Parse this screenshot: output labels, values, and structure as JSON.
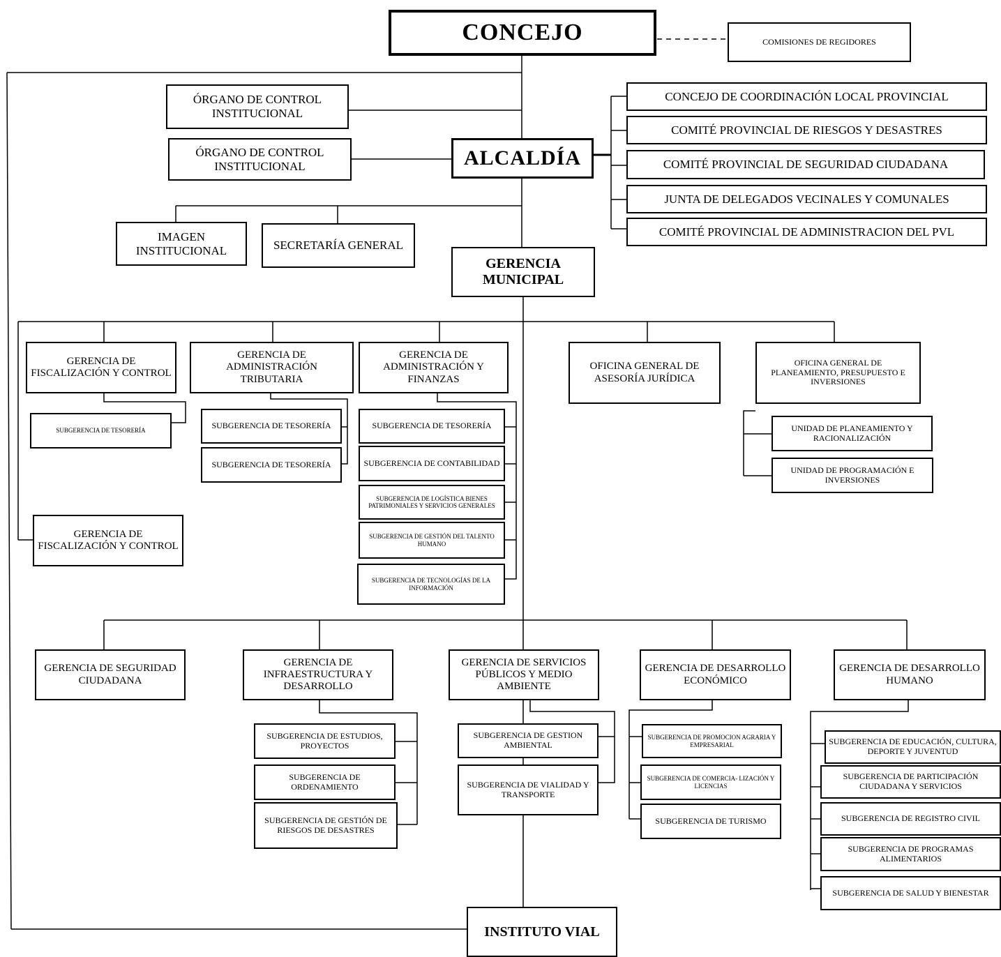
{
  "chart": {
    "concejo": "CONCEJO",
    "comisiones": "COMISIONES DE REGIDORES",
    "organo_control_1": "ÓRGANO DE CONTROL INSTITUCIONAL",
    "organo_control_2": "ÓRGANO DE CONTROL INSTITUCIONAL",
    "alcaldia": "ALCALDÍA",
    "consejos": [
      "CONCEJO DE COORDINACIÓN LOCAL PROVINCIAL",
      "COMITÉ PROVINCIAL DE RIESGOS Y DESASTRES",
      "COMITÉ PROVINCIAL DE SEGURIDAD CIUDADANA",
      "JUNTA DE DELEGADOS VECINALES Y COMUNALES",
      "COMITÉ PROVINCIAL DE ADMINISTRACION DEL PVL"
    ],
    "imagen": "IMAGEN INSTITUCIONAL",
    "secretaria": "SECRETARÍA GENERAL",
    "gerencia_municipal": "GERENCIA MUNICIPAL",
    "g_fiscalizacion": "GERENCIA DE FISCALIZACIÓN Y CONTROL",
    "sub_fisc": "SUBGERENCIA DE TESORERÍA",
    "g_admin_trib": "GERENCIA DE ADMINISTRACIÓN TRIBUTARIA",
    "sub_trib": [
      "SUBGERENCIA DE TESORERÍA",
      "SUBGERENCIA DE TESORERÍA"
    ],
    "g_admin_fin": "GERENCIA DE ADMINISTRACIÓN Y FINANZAS",
    "sub_fin": [
      "SUBGERENCIA DE TESORERÍA",
      "SUBGERENCIA DE CONTABILIDAD",
      "SUBGERENCIA DE LOGÍSTICA BIENES PATRIMONIALES Y SERVICIOS GENERALES",
      "SUBGERENCIA DE GESTIÓN DEL TALENTO HUMANO",
      "SUBGERENCIA DE TECNOLOGÍAS DE LA INFORMACIÓN"
    ],
    "oficina_juridica": "OFICINA GENERAL DE ASESORÍA JURÍDICA",
    "oficina_planeamiento": "OFICINA GENERAL DE PLANEAMIENTO, PRESUPUESTO E INVERSIONES",
    "unidades": [
      "UNIDAD DE PLANEAMIENTO Y RACIONALIZACIÓN",
      "UNIDAD DE PROGRAMACIÓN E INVERSIONES"
    ],
    "g_fiscalizacion_2": "GERENCIA DE FISCALIZACIÓN Y CONTROL",
    "g_seguridad": "GERENCIA DE SEGURIDAD CIUDADANA",
    "g_infra": "GERENCIA DE INFRAESTRUCTURA Y DESARROLLO",
    "sub_infra": [
      "SUBGERENCIA DE ESTUDIOS, PROYECTOS",
      "SUBGERENCIA DE ORDENAMIENTO",
      "SUBGERENCIA DE GESTIÓN DE RIESGOS DE DESASTRES"
    ],
    "g_servicios": "GERENCIA DE SERVICIOS PÚBLICOS Y MEDIO AMBIENTE",
    "sub_serv": [
      "SUBGERENCIA DE GESTION AMBIENTAL",
      "SUBGERENCIA DE VIALIDAD Y TRANSPORTE"
    ],
    "g_economico": "GERENCIA DE DESARROLLO ECONÓMICO",
    "sub_econ": [
      "SUBGERENCIA DE PROMOCION AGRARIA Y EMPRESARIAL",
      "SUBGERENCIA DE COMERCIA- LIZACIÓN Y LICENCIAS",
      "SUBGERENCIA DE TURISMO"
    ],
    "g_humano": "GERENCIA DE DESARROLLO HUMANO",
    "sub_hum": [
      "SUBGERENCIA DE EDUCACIÓN, CULTURA, DEPORTE Y JUVENTUD",
      "SUBGERENCIA DE PARTICIPACIÓN CIUDADANA Y SERVICIOS",
      "SUBGERENCIA DE REGISTRO CIVIL",
      "SUBGERENCIA DE PROGRAMAS ALIMENTARIOS",
      "SUBGERENCIA DE SALUD Y BIENESTAR"
    ],
    "instituto": "INSTITUTO VIAL"
  }
}
